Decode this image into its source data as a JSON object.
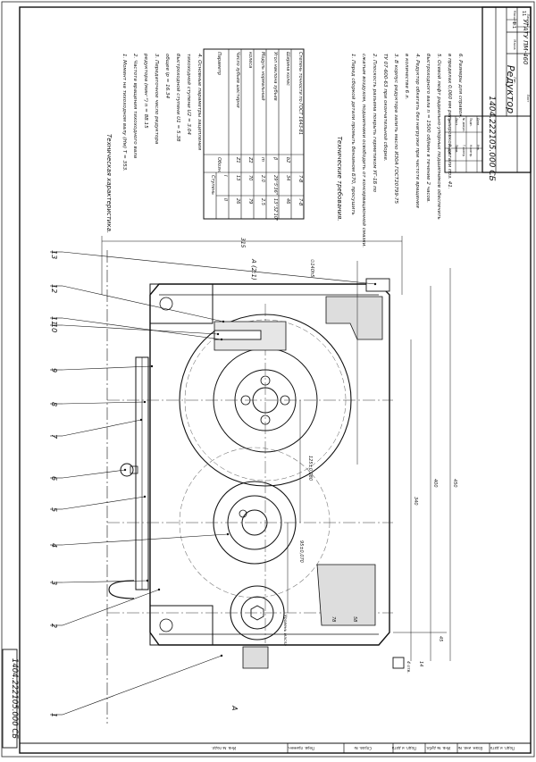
{
  "sheet": {
    "doc_code_side": "1404.222105.000 СБ",
    "doc_code_stamp": "1404.222105.000 СБ",
    "name": "Редуктор",
    "org": "УГАТУ ПМ-460",
    "scale": "1:1",
    "sheet_no": "11"
  },
  "stamp": {
    "rows": [
      "Изм",
      "Лист",
      "№ докум.",
      "Подп.",
      "Дата",
      "Разраб.",
      "Пров.",
      "Т.контр.",
      "Н.контр.",
      "Утв."
    ],
    "cols": [
      "Лит.",
      "Масса",
      "Масштаб"
    ],
    "sheets": "Лист",
    "of": "Листов"
  },
  "margin_cells": [
    "Перв. примен.",
    "Справ. №",
    "Подп. и дата",
    "Инв. № дубл.",
    "Взам. инв. №",
    "Подп. и дата",
    "Инв. № подл."
  ],
  "tech_chars": {
    "title": "Техническая характеристика.",
    "lines": [
      "1. Момент на тихоходном валу (Нм) T = 353.",
      "2. Частота вращения тихоходного вала",
      "   редуктора (мин⁻¹) n = 88.15",
      "3. Передаточное число редуктора",
      "   общее                              iр = 16.34",
      "   быстроходной ступени               U1 = 5.38",
      "   тихоходной ступени                 U2 = 3.04",
      "4. Основные параметры зацепления"
    ],
    "table": {
      "col_param": "Параметр",
      "col_symbol": "Обозн.",
      "col_stages": "Ступень",
      "stages": [
        "I",
        "II"
      ],
      "rows": [
        {
          "param": "Число зубьев шестерни",
          "symbol": "Z1",
          "s1": "13",
          "s2": "26"
        },
        {
          "param": "колеса",
          "symbol": "Z2",
          "s1": "70",
          "s2": "79"
        },
        {
          "param": "Модуль нормальный",
          "symbol": "m",
          "s1": "2.0",
          "s2": "2.5"
        },
        {
          "param": "Угол наклона зубьев",
          "symbol": "β",
          "s1": "29°5'36\"",
          "s2": "13°32'10\""
        },
        {
          "param": "Ширина колес",
          "symbol": "b2",
          "s1": "34",
          "s2": "46"
        },
        {
          "param": "Степень точности по ГОСТ 1643-81",
          "symbol": "",
          "s1": "7-В",
          "s2": "7-В"
        }
      ]
    }
  },
  "tech_reqs": {
    "title": "Технические требования.",
    "lines": [
      "1. Перед сборкой детали промыть бензином Б70, просушить",
      "   сжатым воздухом, подшипники освободить от консервационной смазки.",
      "2. Плоскость разъема покрыть герметиком УГ-1Б по",
      "   ТУ 07-600-63 при окончательной сборке.",
      "3. В корпус редуктора залить масло И30А ГОСТ20799-75",
      "   в количестве 6 л.",
      "4. Редуктор обкатать без нагрузки при частоте вращения",
      "   быстроходного вала n = 1500 об/мин в течение 2 часов.",
      "5. Осевой люфт радиально-упорных подшипников обеспечить",
      "   в пределах 0,060 мм регулировкой детали поз. 41.",
      "6. Размеры для справок."
    ]
  },
  "drawing": {
    "positions": [
      "1",
      "2",
      "3",
      "4",
      "5",
      "6",
      "7",
      "8",
      "9",
      "10",
      "11",
      "12",
      "13"
    ],
    "dims": {
      "overall_length": "315",
      "d1": "∅140h5",
      "aw1": "125±0,080",
      "aw2": "95±0,070",
      "v1": "340",
      "v2": "400",
      "v3": "450",
      "small1": "78",
      "small2": "58",
      "small3": "45",
      "small4": "14",
      "hole": "4 отв.",
      "section_note": "Уровень масла",
      "section_mark": "А",
      "view_mark": "А (2:1)"
    }
  }
}
